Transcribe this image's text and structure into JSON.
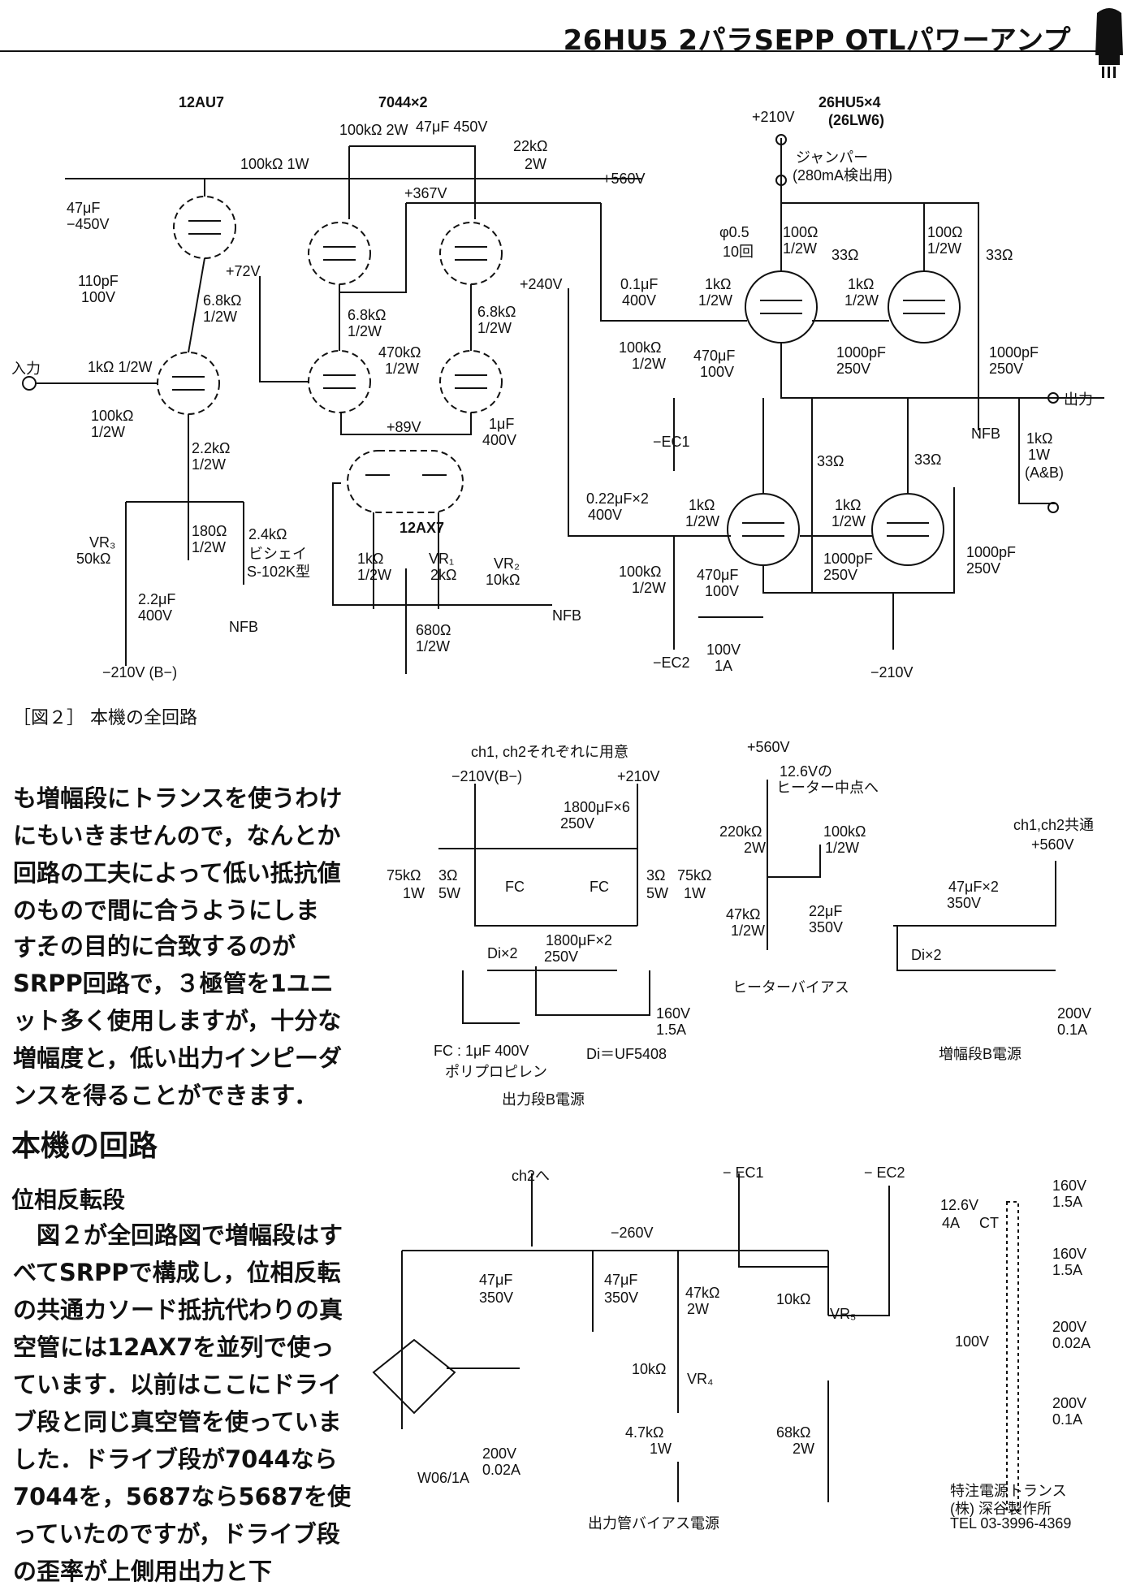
{
  "header": {
    "title": "26HU5 2パラSEPP OTLパワーアンプ"
  },
  "figure": {
    "caption": "［図２］ 本機の全回路"
  },
  "schematic_labels": {
    "tube_12au7": "12AU7",
    "tube_7044": "7044×2",
    "tube_26hu5": "26HU5×4",
    "tube_26lw6": "(26LW6)",
    "tube_12ax7": "12AX7",
    "input": "入力",
    "output": "出力",
    "nfb": "NFB",
    "plus560": "+560V",
    "plus210": "+210V",
    "minus210": "−210V",
    "minus210b": "−210V (B−)",
    "jumper": "ジャンパー",
    "jumper_note": "(280mA検出用)",
    "v367": "+367V",
    "v72": "+72V",
    "v240": "+240V",
    "v89": "+89V",
    "r100k2w": "100kΩ 2W",
    "c47u450": "47μF 450V",
    "r22k2w": "22kΩ",
    "w2": "2W",
    "r100k1w": "100kΩ 1W",
    "c47u": "47μF",
    "v450": "−450V",
    "c110p": "110pF",
    "v100": "100V",
    "r68k": "6.8kΩ",
    "w12": "1/2W",
    "r1k12": "1kΩ 1/2W",
    "r100k": "100kΩ",
    "r22k": "2.2kΩ",
    "vr3": "VR₃",
    "vr3v": "50kΩ",
    "r180": "180Ω",
    "r24k": "2.4kΩ",
    "bisei": "ビシェイ",
    "s102k": "S-102K型",
    "c22u": "2.2μF",
    "v400": "400V",
    "r470k": "470kΩ",
    "c1u": "1μF",
    "r1k": "1kΩ",
    "vr1": "VR₁",
    "vr1v": "2kΩ",
    "vr2": "VR₂",
    "vr2v": "10kΩ",
    "r680": "680Ω",
    "c01u": "0.1μF",
    "c022u": "0.22μF×2",
    "r100k12": "100kΩ",
    "c470u": "470μF",
    "ec1": "−EC1",
    "ec2": "−EC2",
    "d1a": "1A",
    "phi05": "φ0.5",
    "t10": "10回",
    "r100": "100Ω",
    "r33": "33Ω",
    "c1000p": "1000pF",
    "v250": "250V",
    "r1kout": "1kΩ",
    "w1": "1W",
    "ab": "(A&B)"
  },
  "psu_labels": {
    "each": "ch1, ch2それぞれに用意",
    "m210b": "−210V(B−)",
    "p210": "+210V",
    "c1800x6": "1800μF×6",
    "v250": "250V",
    "r75k": "75kΩ",
    "w1": "1W",
    "r3": "3Ω",
    "w5": "5W",
    "fc": "FC",
    "c1800x2": "1800μF×2",
    "dix2": "Di×2",
    "v160": "160V",
    "a15": "1.5A",
    "fc_note": "FC : 1μF 400V",
    "pp": "ポリプロピレン",
    "di_note": "Di＝UF5408",
    "out_b": "出力段B電源",
    "p560": "+560V",
    "h126": "12.6Vの",
    "hct": "ヒーター中点へ",
    "r220k": "220kΩ",
    "w2": "2W",
    "r100k": "100kΩ",
    "w12": "1/2W",
    "r47k": "47kΩ",
    "c22u": "22μF",
    "v350": "350V",
    "hb": "ヒーターバイアス",
    "common": "ch1,ch2共通",
    "p560b": "+560V",
    "c47x2": "47μF×2",
    "v350b": "350V",
    "dix2b": "Di×2",
    "v200": "200V",
    "a01": "0.1A",
    "amp_b": "増幅段B電源"
  },
  "bias_labels": {
    "ch2": "ch2へ",
    "ec1": "− EC1",
    "ec2": "− EC2",
    "m260": "−260V",
    "c47": "47μF",
    "v350": "350V",
    "r47k": "47kΩ",
    "w2": "2W",
    "r10k": "10kΩ",
    "vr5": "VR₅",
    "vr4": "VR₄",
    "r47kb": "4.7kΩ",
    "w1": "1W",
    "r68k": "68kΩ",
    "v200": "200V",
    "a002": "0.02A",
    "w06": "W06/1A",
    "title": "出力管バイアス電源"
  },
  "trans_labels": {
    "v126": "12.6V",
    "a4": "4A",
    "ct": "CT",
    "v160": "160V",
    "a15": "1.5A",
    "v100": "100V",
    "v200": "200V",
    "a002": "0.02A",
    "a01": "0.1A",
    "maker1": "特注電源トランス",
    "maker2": "(株) 深谷製作所",
    "tel": "TEL 03-3996-4369"
  },
  "article": {
    "para1": "も増幅段にトランスを使うわけにもいきませんので，なんとか回路の工夫によって低い抵抗値のもので間に合うようにします．",
    "para2": "その目的に合致するのがSRPP回路で，３極管を1ユニット多く使用しますが，十分な増幅度と，低い出力インピーダンスを得ることができます．",
    "heading": "本機の回路",
    "subheading": "位相反転段",
    "para3": "図２が全回路図で増幅段はすべてSRPPで構成し，位相反転の共通カソード抵抗代わりの真空管には12AX7を並列で使っています．以前はここにドライブ段と同じ真空管を使っていました．ドライブ段が7044なら7044を，5687なら5687を使っていたのですが，ドライブ段の歪率が上側用出力と下"
  }
}
